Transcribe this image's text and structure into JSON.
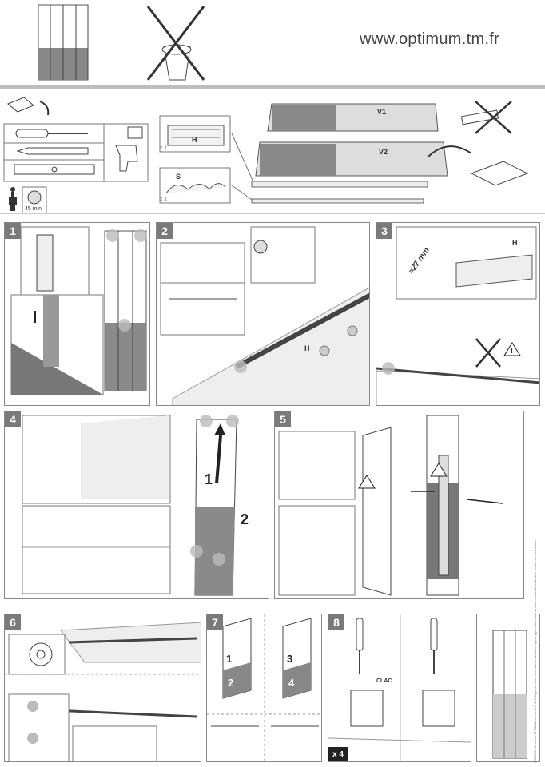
{
  "header": {
    "url": "www.optimum.tm.fr"
  },
  "kit": {
    "rail_h": "H",
    "rail_s": "S",
    "qty_h": "x 1",
    "qty_s": "x 1",
    "panel_v1": "V1",
    "panel_v2": "V2",
    "time": "45 min"
  },
  "steps": [
    {
      "number": "1"
    },
    {
      "number": "2",
      "rail_label": "H"
    },
    {
      "number": "3",
      "measure": "≈27 mm",
      "rail_label": "H"
    },
    {
      "number": "4",
      "arrow1": "1",
      "arrow2": "2"
    },
    {
      "number": "5"
    },
    {
      "number": "6"
    },
    {
      "number": "7",
      "a1": "1",
      "a2": "2",
      "a3": "3",
      "a4": "4"
    },
    {
      "number": "8",
      "clac": "CLAC",
      "quantity": "x 4"
    }
  ],
  "warning_glyph": "!",
  "footer_note": "92019003 - La société OPTIMUM se réserve le droit d'apporter à tout moment les modifications qu'elle jugera utiles, dans un souci constant d'amélioration. Visuels non contractuels."
}
